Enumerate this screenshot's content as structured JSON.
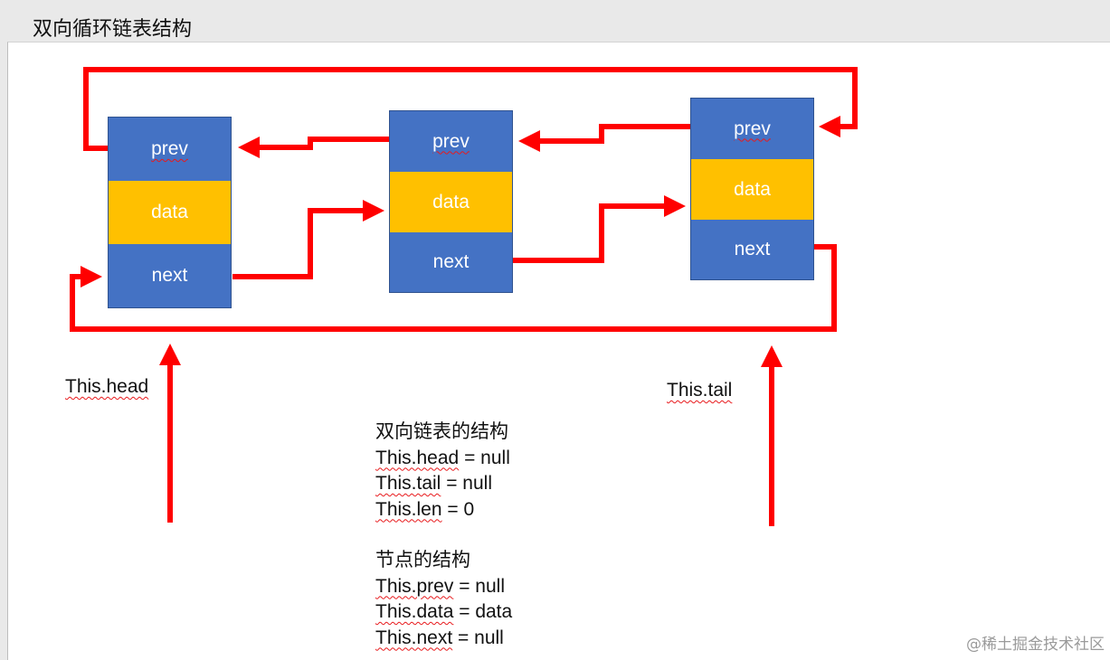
{
  "title": "双向循环链表结构",
  "nodes": [
    {
      "prev": "prev",
      "data": "data",
      "next": "next"
    },
    {
      "prev": "prev",
      "data": "data",
      "next": "next"
    },
    {
      "prev": "prev",
      "data": "data",
      "next": "next"
    }
  ],
  "labels": {
    "head": "This.head",
    "tail": "This.tail"
  },
  "list_structure": {
    "heading": "双向链表的结构",
    "lines": [
      {
        "obj": "This.head",
        "rest": " = null"
      },
      {
        "obj": "This.tail",
        "rest": " = null"
      },
      {
        "obj": "This.len",
        "rest": " = 0"
      }
    ]
  },
  "node_structure": {
    "heading": "节点的结构",
    "lines": [
      {
        "obj": "This.prev",
        "rest": " = null"
      },
      {
        "obj": "This.data",
        "rest": " = data"
      },
      {
        "obj": "This.next",
        "rest": " = null"
      }
    ]
  },
  "watermark": "@稀土掘金技术社区",
  "colors": {
    "node_blue": "#4472c4",
    "node_gold": "#ffc000",
    "arrow_red": "#ff0000"
  }
}
